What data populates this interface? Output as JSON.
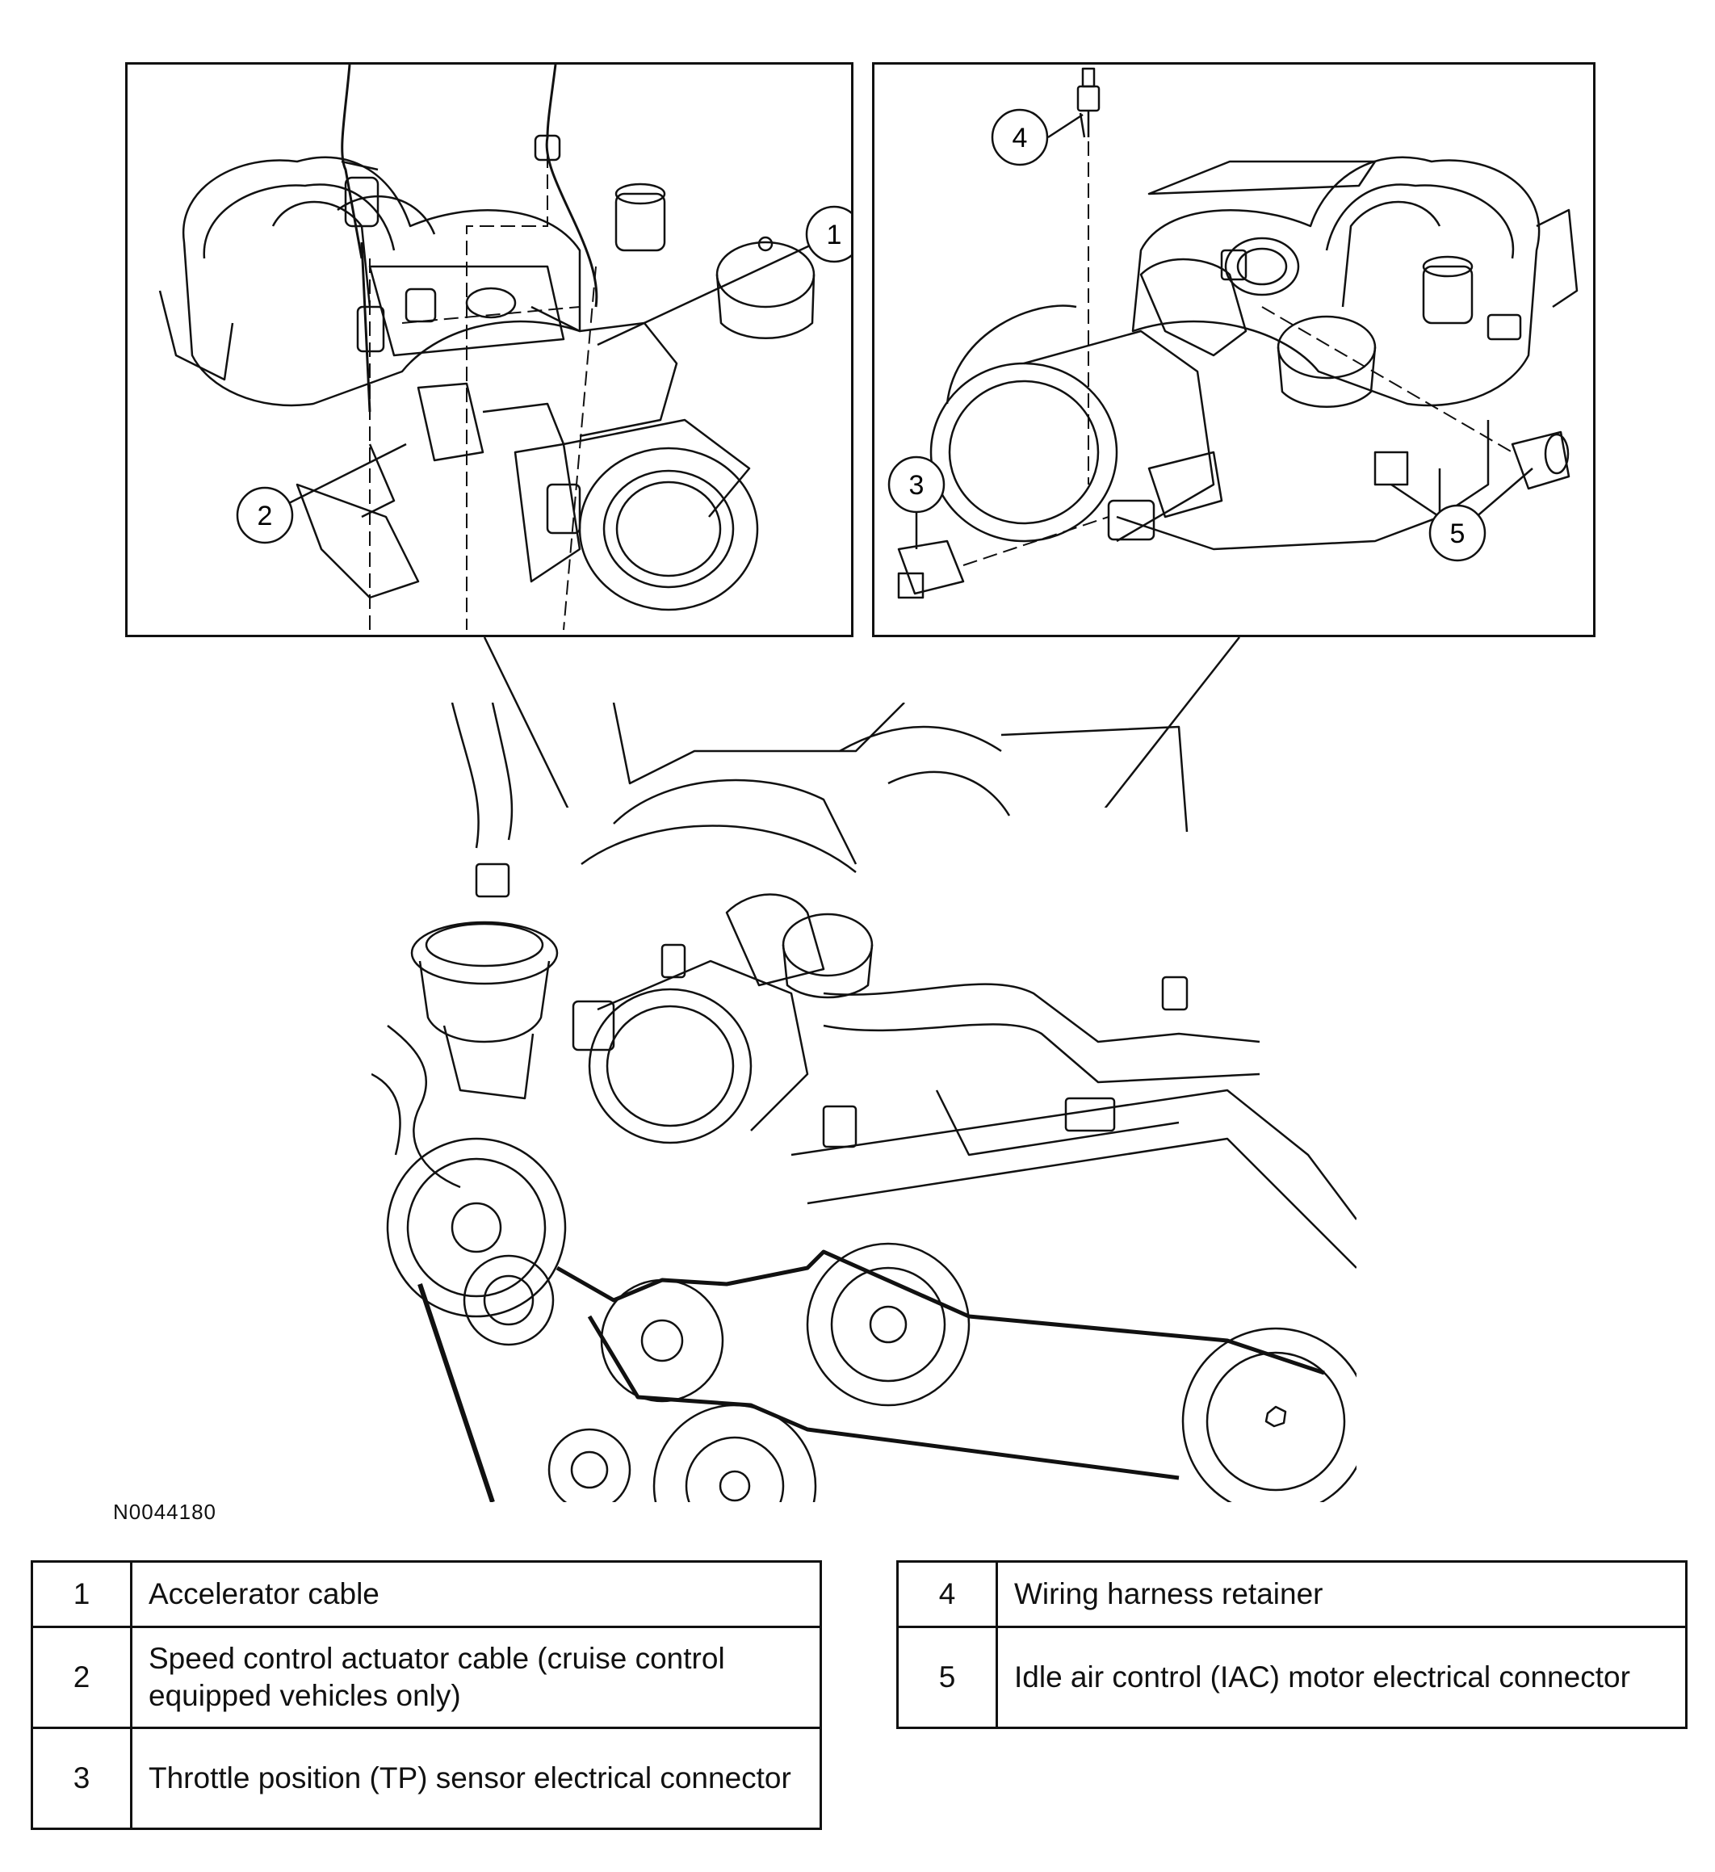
{
  "figure_id": "N0044180",
  "callouts": [
    "1",
    "2",
    "3",
    "4",
    "5"
  ],
  "legend_left": [
    {
      "num": "1",
      "text": "Accelerator cable"
    },
    {
      "num": "2",
      "text": "Speed control actuator cable (cruise control equipped vehicles only)"
    },
    {
      "num": "3",
      "text": "Throttle position (TP) sensor electrical connector"
    }
  ],
  "legend_right": [
    {
      "num": "4",
      "text": "Wiring harness retainer"
    },
    {
      "num": "5",
      "text": "Idle air control (IAC) motor electrical connector"
    }
  ]
}
